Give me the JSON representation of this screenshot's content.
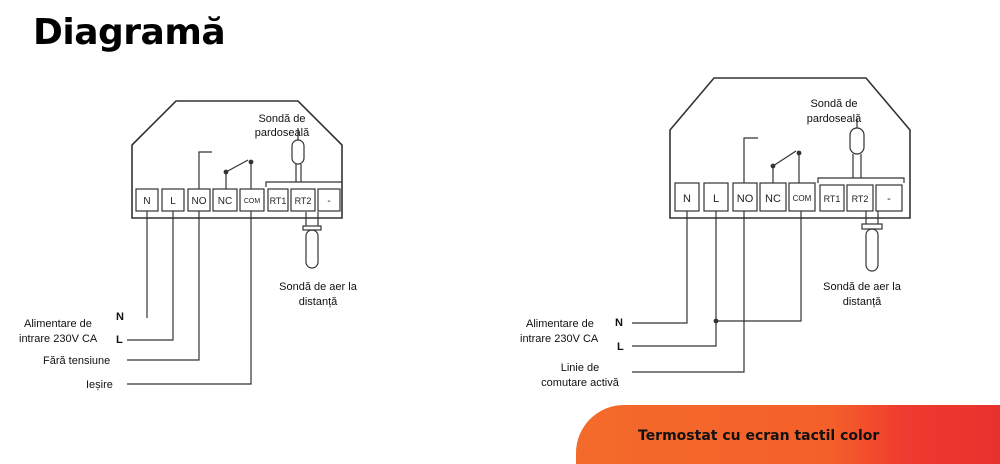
{
  "page_title": "Diagramă",
  "banner": {
    "text": "Termostat cu ecran tactil color"
  },
  "diagram_left": {
    "terminals": [
      "N",
      "L",
      "NO",
      "NC",
      "COM",
      "RT1",
      "RT2",
      "-"
    ],
    "floor_probe_label_1": "Sondă de",
    "floor_probe_label_2": "pardoseală",
    "air_probe_label_1": "Sondă de aer la",
    "air_probe_label_2": "distanță",
    "power_label_1": "Alimentare de",
    "power_label_2": "intrare 230V CA",
    "n_marker": "N",
    "l_marker": "L",
    "no_voltage_label": "Fără tensiune",
    "output_label": "Ieșire"
  },
  "diagram_right": {
    "terminals": [
      "N",
      "L",
      "NO",
      "NC",
      "COM",
      "RT1",
      "RT2",
      "-"
    ],
    "floor_probe_label_1": "Sondă de",
    "floor_probe_label_2": "pardoseală",
    "air_probe_label_1": "Sondă de aer la",
    "air_probe_label_2": "distanță",
    "power_label_1": "Alimentare de",
    "power_label_2": "intrare 230V CA",
    "n_marker": "N",
    "l_marker": "L",
    "switch_line_label_1": "Linie de",
    "switch_line_label_2": "comutare activă"
  }
}
